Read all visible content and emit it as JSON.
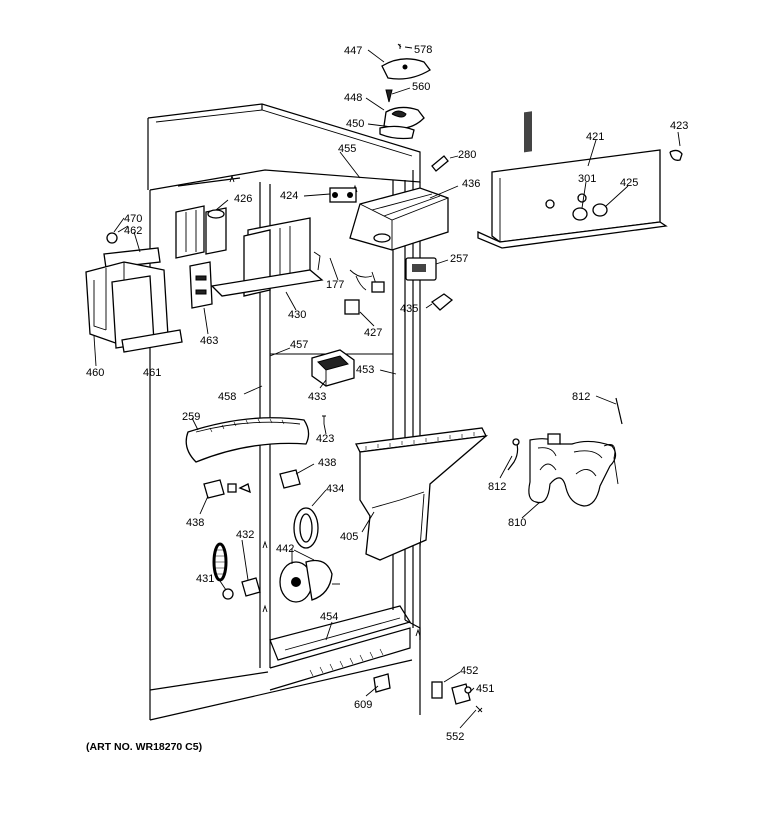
{
  "art_number": "(ART NO. WR18270 C5)",
  "callouts": {
    "p447": "447",
    "p578": "578",
    "p560": "560",
    "p448": "448",
    "p450": "450",
    "p280": "280",
    "p455": "455",
    "p421": "421",
    "p423a": "423",
    "p436": "436",
    "p301": "301",
    "p425": "425",
    "p424": "424",
    "p426": "426",
    "p470": "470",
    "p462": "462",
    "p177": "177",
    "p257": "257",
    "p430": "430",
    "p435": "435",
    "p427": "427",
    "p460": "460",
    "p461": "461",
    "p463": "463",
    "p457": "457",
    "p453": "453",
    "p433": "433",
    "p458": "458",
    "p812a": "812",
    "p259": "259",
    "p423b": "423",
    "p438a": "438",
    "p812b": "812",
    "p434": "434",
    "p438b": "438",
    "p405": "405",
    "p810": "810",
    "p432": "432",
    "p442": "442",
    "p431": "431",
    "p454": "454",
    "p452": "452",
    "p451": "451",
    "p609": "609",
    "p552": "552"
  }
}
